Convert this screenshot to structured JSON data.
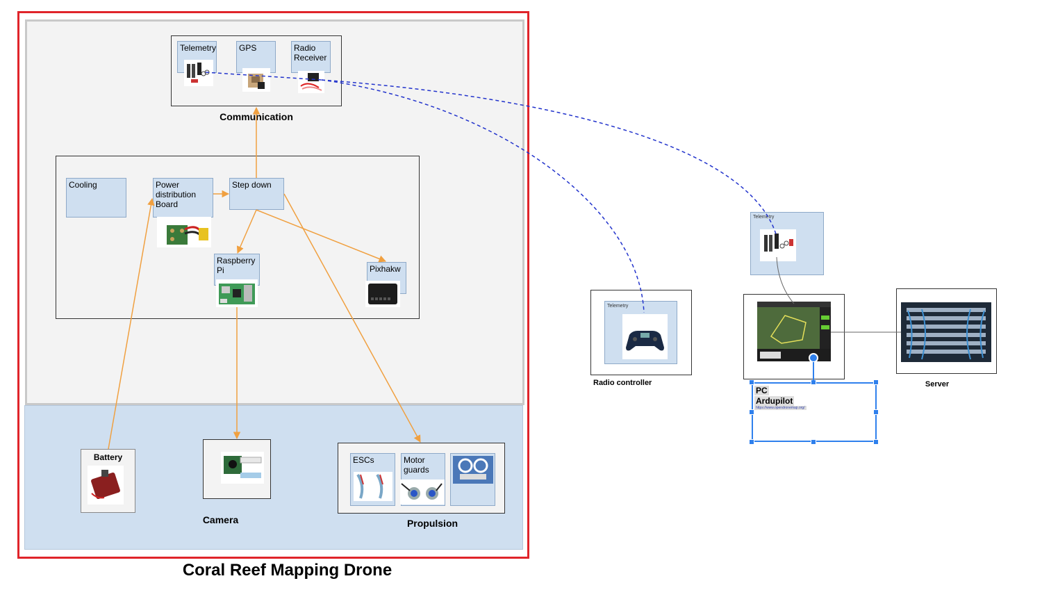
{
  "diagram": {
    "title": "Coral Reef Mapping Drone",
    "sections": {
      "communication": "Communication",
      "camera": "Camera",
      "propulsion": "Propulsion"
    },
    "nodes": {
      "telemetry": "Telemetry",
      "gps": "GPS",
      "radio_receiver": "Radio\nReceiver",
      "cooling": "Cooling",
      "pdb": "Power\ndistribution\nBoard",
      "step_down": "Step down",
      "raspberry_pi": "Raspberry\nPi",
      "pixhawk": "Pixhakw",
      "battery": "Battery",
      "escs": "ESCs",
      "motor_guards": "Motor\nguards",
      "ground_telemetry": "Telemetry",
      "controller_telemetry": "Telemetry",
      "radio_controller": "Radio controller",
      "pc_line1": "PC",
      "pc_line2": "Ardupilot",
      "pc_url": "https://www.opendronemap.org/",
      "server": "Server"
    },
    "colors": {
      "frame_red": "#e0242a",
      "arrow_orange": "#f0a040",
      "link_blue": "#2233cc",
      "select_blue": "#2f80ed"
    }
  }
}
